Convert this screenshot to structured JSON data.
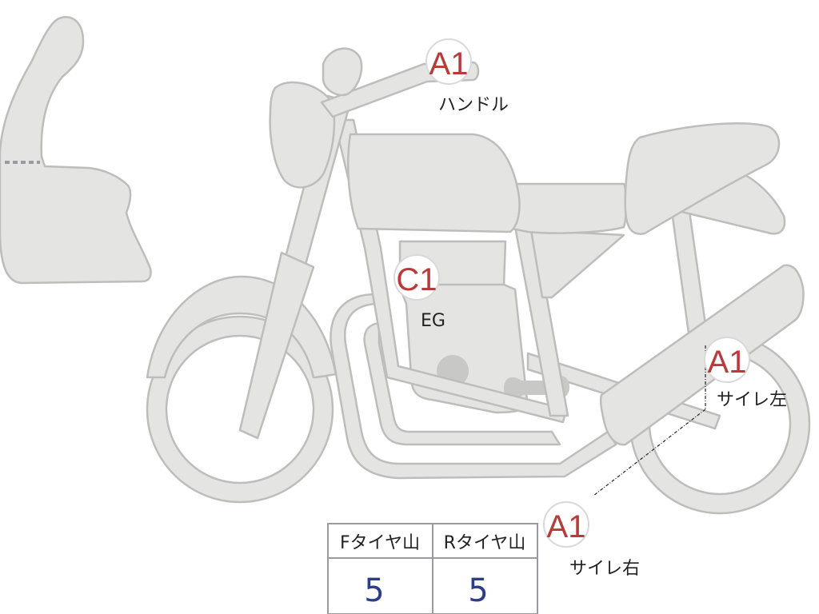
{
  "colors": {
    "part_fill": "#e4e4e2",
    "part_stroke": "#bdbdbb",
    "marker_text": "#b93a3a",
    "tread_value": "#2e3c8c",
    "dark_part": "#c8c8c6"
  },
  "markers": [
    {
      "code": "A1",
      "label": "ハンドル"
    },
    {
      "code": "C1",
      "label": "EG"
    },
    {
      "code": "A1",
      "label": "サイレ左"
    },
    {
      "code": "A1",
      "label": "サイレ右"
    }
  ],
  "tire_table": {
    "headers": [
      "Fタイヤ山",
      "Rタイヤ山"
    ],
    "values": [
      "5",
      "5"
    ]
  }
}
